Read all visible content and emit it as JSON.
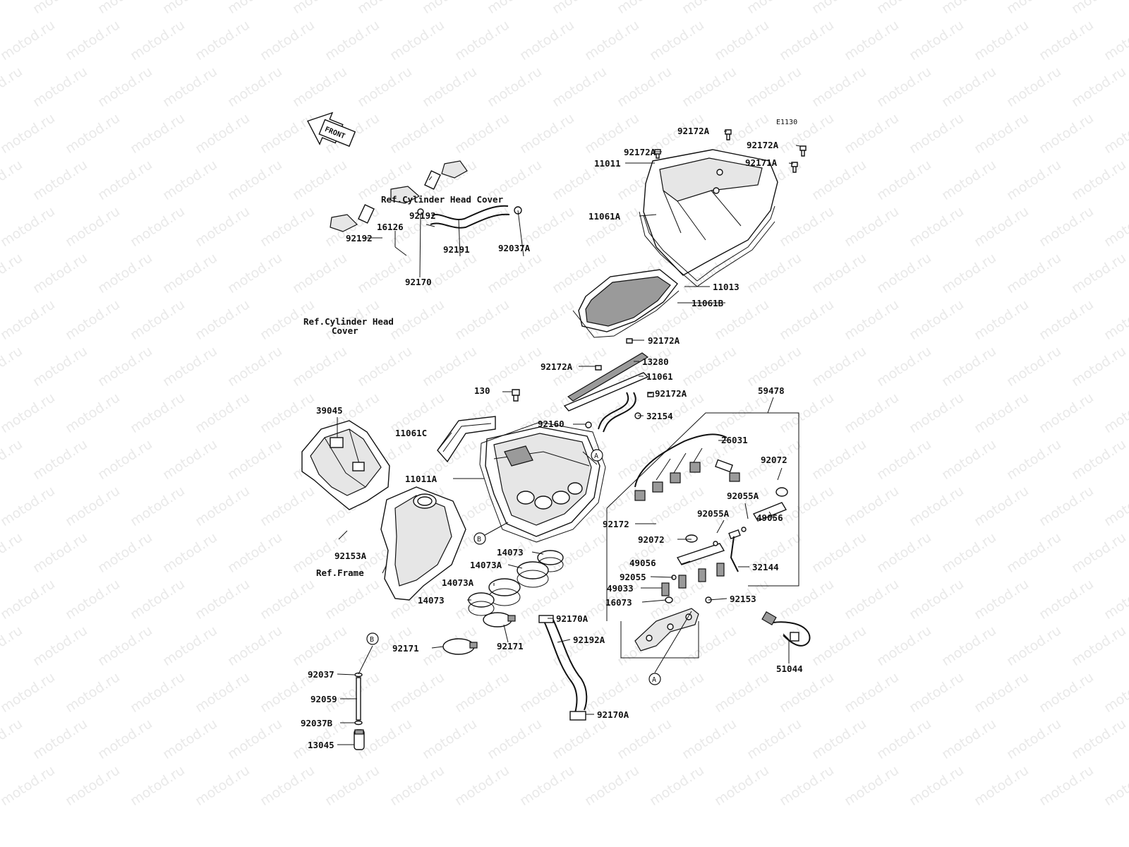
{
  "watermark": "motod.ru",
  "diagram_code": "E1130",
  "front_arrow_label": "FRONT",
  "refs": {
    "cyl_head_cover_top": "Ref.Cylinder Head Cover",
    "cyl_head_cover_bottom_l1": "Ref.Cylinder Head",
    "cyl_head_cover_bottom_l2": "Cover",
    "frame": "Ref.Frame"
  },
  "markers": {
    "a": "A",
    "b": "B"
  },
  "parts": {
    "p92172A_1": "92172A",
    "p92172A_2": "92172A",
    "p92172A_3": "92172A",
    "p92171A": "92171A",
    "p11011": "11011",
    "p11061A": "11061A",
    "p11013": "11013",
    "p11061B": "11061B",
    "p92172A_4": "92172A",
    "p13280": "13280",
    "p92172A_5": "92172A",
    "p11061": "11061",
    "p92172A_6": "92172A",
    "p32154": "32154",
    "p130": "130",
    "p92160": "92160",
    "p59478": "59478",
    "p26031": "26031",
    "p92072_1": "92072",
    "p92055A_1": "92055A",
    "p92055A_2": "92055A",
    "p49056_1": "49056",
    "p92172": "92172",
    "p92072_2": "92072",
    "p49056_2": "49056",
    "p32144": "32144",
    "p92055": "92055",
    "p49033": "49033",
    "p16073": "16073",
    "p92153": "92153",
    "p51044": "51044",
    "p92192_top": "92192",
    "p16126": "16126",
    "p92192_left": "92192",
    "p92191": "92191",
    "p92037A": "92037A",
    "p92170": "92170",
    "p39045": "39045",
    "p11061C": "11061C",
    "p11011A": "11011A",
    "p92153A": "92153A",
    "p14073_1": "14073",
    "p14073A_1": "14073A",
    "p14073A_2": "14073A",
    "p14073_2": "14073",
    "p92170A_1": "92170A",
    "p92192A": "92192A",
    "p92171_1": "92171",
    "p92171_2": "92171",
    "p92170A_2": "92170A",
    "p92037": "92037",
    "p92059": "92059",
    "p92037B": "92037B",
    "p13045": "13045"
  }
}
